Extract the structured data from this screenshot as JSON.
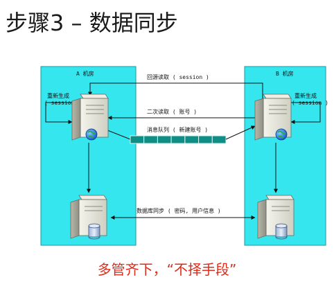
{
  "slide": {
    "title": "步骤3 – 数据同步",
    "caption": "多管齐下，“不择手段”"
  },
  "rooms": [
    {
      "label": "A 机房",
      "regen_label_line1": "重新生成",
      "regen_label_line2": "( session )"
    },
    {
      "label": "B 机房",
      "regen_label_line1": "重新生成",
      "regen_label_line2": "( session )"
    }
  ],
  "links": {
    "back_to_source": "回源读取 ( session )",
    "secondary_read": "二次读取 ( 账号 )",
    "message_queue": "消息队列 ( 新建账号 )",
    "db_sync": "数据库同步 ( 密码, 用户信息 )"
  },
  "queue": {
    "segments": 7
  },
  "colors": {
    "room_fill": "#35e6ee",
    "room_border": "#1a9aa3",
    "queue_fill": "#0f8e86",
    "caption": "#e02a1a",
    "server_body": "#dcdcd0"
  },
  "icons": {
    "app_server": "server-globe-icon",
    "db_server": "server-database-icon"
  }
}
